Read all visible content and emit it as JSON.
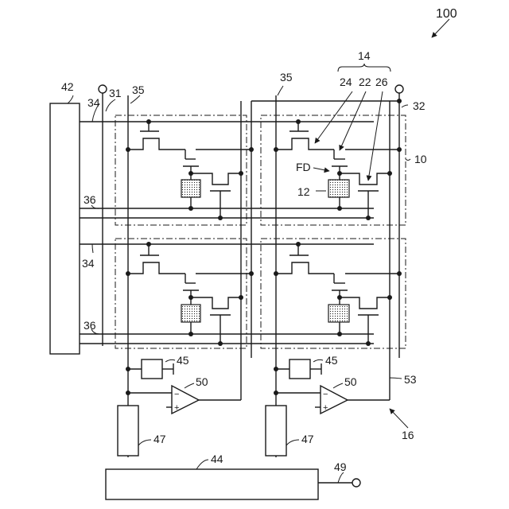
{
  "figure_number": "100",
  "labels": {
    "l14": "14",
    "l24": "24",
    "l22": "22",
    "l26": "26",
    "l35a": "35",
    "l35b": "35",
    "l34a": "34",
    "l34b": "34",
    "l31": "31",
    "l32": "32",
    "l42": "42",
    "l10": "10",
    "lFD": "FD",
    "l12": "12",
    "l36a": "36",
    "l36b": "36",
    "l45a": "45",
    "l45b": "45",
    "l50a": "50",
    "l50b": "50",
    "l53": "53",
    "l16": "16",
    "l47a": "47",
    "l47b": "47",
    "l44": "44",
    "l49": "49"
  },
  "opamp_signs": {
    "minus": "−",
    "plus": "+"
  }
}
